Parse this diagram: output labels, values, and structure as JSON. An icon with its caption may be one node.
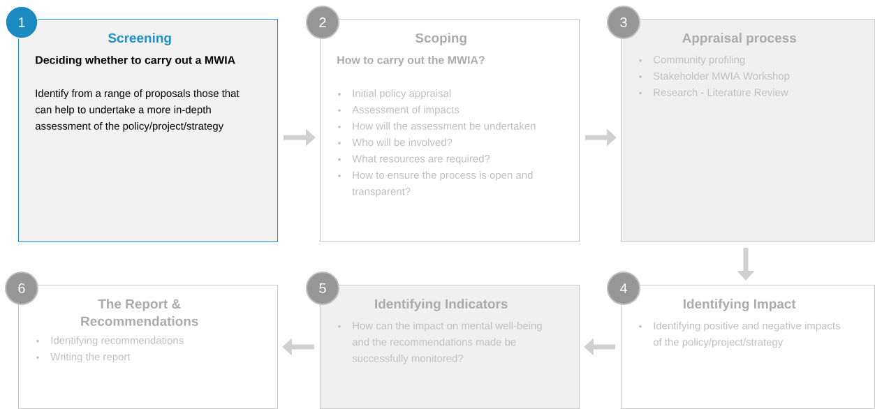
{
  "diagram": {
    "nodes": [
      {
        "text": [
          "1"
        ]
      },
      {
        "text": [
          "Screening",
          "Deciding whether to carry out a MWIA",
          "Identify from a range of proposals those that can help to undertake a more in-depth assessment of the policy/project/strategy"
        ]
      },
      {
        "text": [
          "2"
        ]
      },
      {
        "text": [
          "Scoping",
          "How to carry out the MWIA?",
          "Initial policy appraisal",
          "Assessment of impacts",
          "How will the assessment be undertaken",
          "Who will be involved?",
          "What resources are required?",
          "How to ensure the process is open and transparent?"
        ]
      },
      {
        "text": [
          "3"
        ]
      },
      {
        "text": [
          "Appraisal process",
          "Community profiling",
          "Stakeholder MWIA Workshop",
          "Research  - Literature Review"
        ]
      },
      {
        "text": [
          "4"
        ]
      },
      {
        "text": [
          "Identifying Impact",
          "Identifying positive and negative impacts of the policy/project/strategy"
        ]
      },
      {
        "text": [
          "5"
        ]
      },
      {
        "text": [
          "Identifying Indicators",
          "How can the impact on mental well-being and the recommendations made be successfully monitored?"
        ]
      },
      {
        "text": [
          "6"
        ]
      },
      {
        "text": [
          "The Report & Recommendations",
          "Identifying recommendations",
          "Writing the report"
        ]
      }
    ],
    "edges": [
      {
        "from": 1,
        "to": 3,
        "arrow": "to"
      },
      {
        "from": 3,
        "to": 5,
        "arrow": "to"
      },
      {
        "from": 5,
        "to": 7,
        "arrow": "to"
      },
      {
        "from": 7,
        "to": 9,
        "arrow": "to"
      },
      {
        "from": 9,
        "to": 11,
        "arrow": "to"
      }
    ]
  }
}
